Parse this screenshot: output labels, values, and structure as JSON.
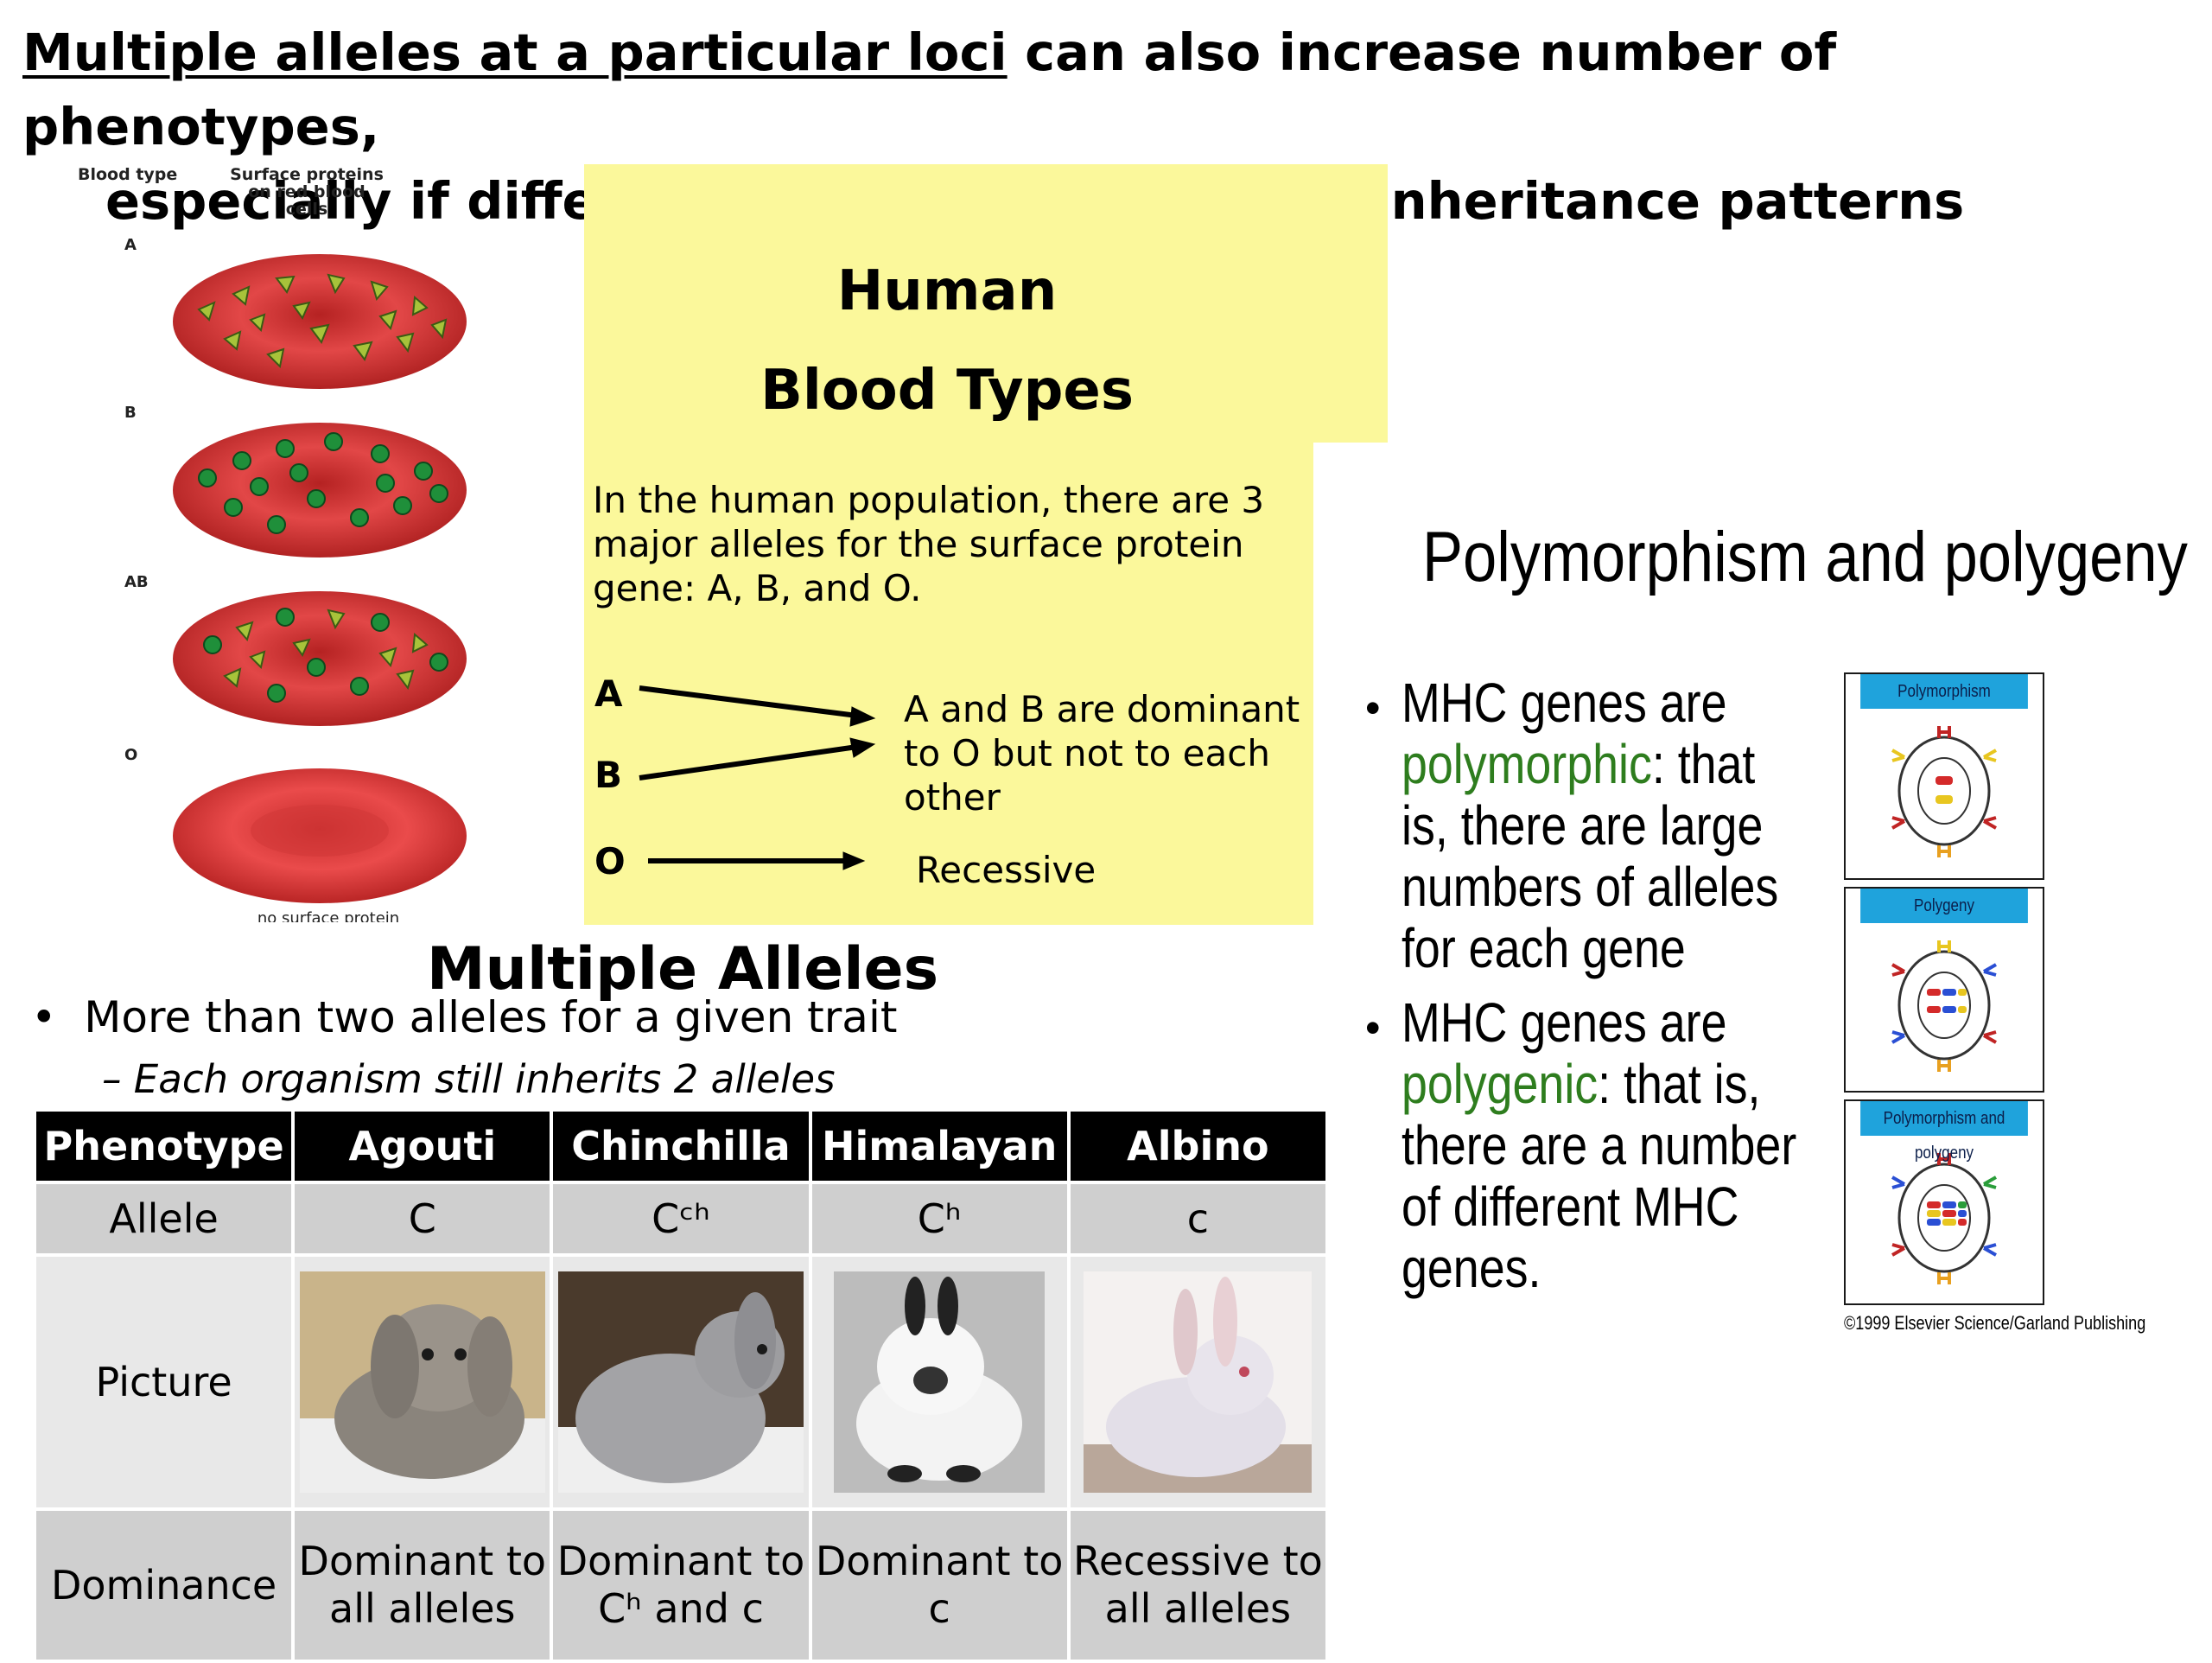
{
  "title": {
    "underlined": "Multiple alleles at a particular loci",
    "rest_line1": " can also increase number of phenotypes,",
    "line2": "especially if different alleles show different inheritance patterns"
  },
  "cells_figure": {
    "header_left": "Blood type",
    "header_right_1": "Surface proteins",
    "header_right_2": "on red blood cells",
    "labels": [
      "A",
      "B",
      "AB",
      "O"
    ],
    "footer": "no surface protein"
  },
  "blood_panel": {
    "title_line1": "Human",
    "title_line2": "Blood Types",
    "intro": "In the human population, there are 3 major alleles for the surface protein gene: A, B, and O.",
    "letter_a": "A",
    "letter_b": "B",
    "letter_o": "O",
    "dominance_text": "A and B are dominant to O but not to each other",
    "recessive_text": "Recessive"
  },
  "multiple_alleles": {
    "title": "Multiple Alleles",
    "bullet": "More than two alleles  for a given  trait",
    "sub_bullet": "– Each organism still inherits 2 alleles"
  },
  "table": {
    "headers": [
      "Phenotype",
      "Agouti",
      "Chinchilla",
      "Himalayan",
      "Albino"
    ],
    "allele_label": "Allele",
    "alleles": [
      "C",
      "Cᶜʰ",
      "Cʰ",
      "c"
    ],
    "picture_label": "Picture",
    "dominance_label": "Dominance",
    "dominance": [
      "Dominant to all alleles",
      "Dominant to Cʰ and c",
      "Dominant to c",
      "Recessive to all alleles"
    ]
  },
  "polymorphism": {
    "title": "Polymorphism and polygeny",
    "b1_l1": "MHC genes are",
    "b1_green": "polymorphic",
    "b1_l2_rest": ": that",
    "b1_l3": "is, there are large",
    "b1_l4": "numbers of alleles",
    "b1_l5": "for each gene",
    "b2_l1": "MHC genes are",
    "b2_green": "polygenic",
    "b2_l2_rest": ": that is,",
    "b2_l3": "there are a number",
    "b2_l4": "of different MHC",
    "b2_l5": "genes.",
    "box1": "Polymorphism",
    "box2": "Polygeny",
    "box3": "Polymorphism  and polygeny",
    "copyright": "©1999 Elsevier Science/Garland Publishing"
  },
  "colors": {
    "panel_yellow": "#fbf89b",
    "cell_red": "#d93a3a",
    "antigen_a": "#a7c33a",
    "antigen_b": "#1f8f3a",
    "green_text": "#2e7d1e",
    "box_blue": "#1fa3dc"
  }
}
